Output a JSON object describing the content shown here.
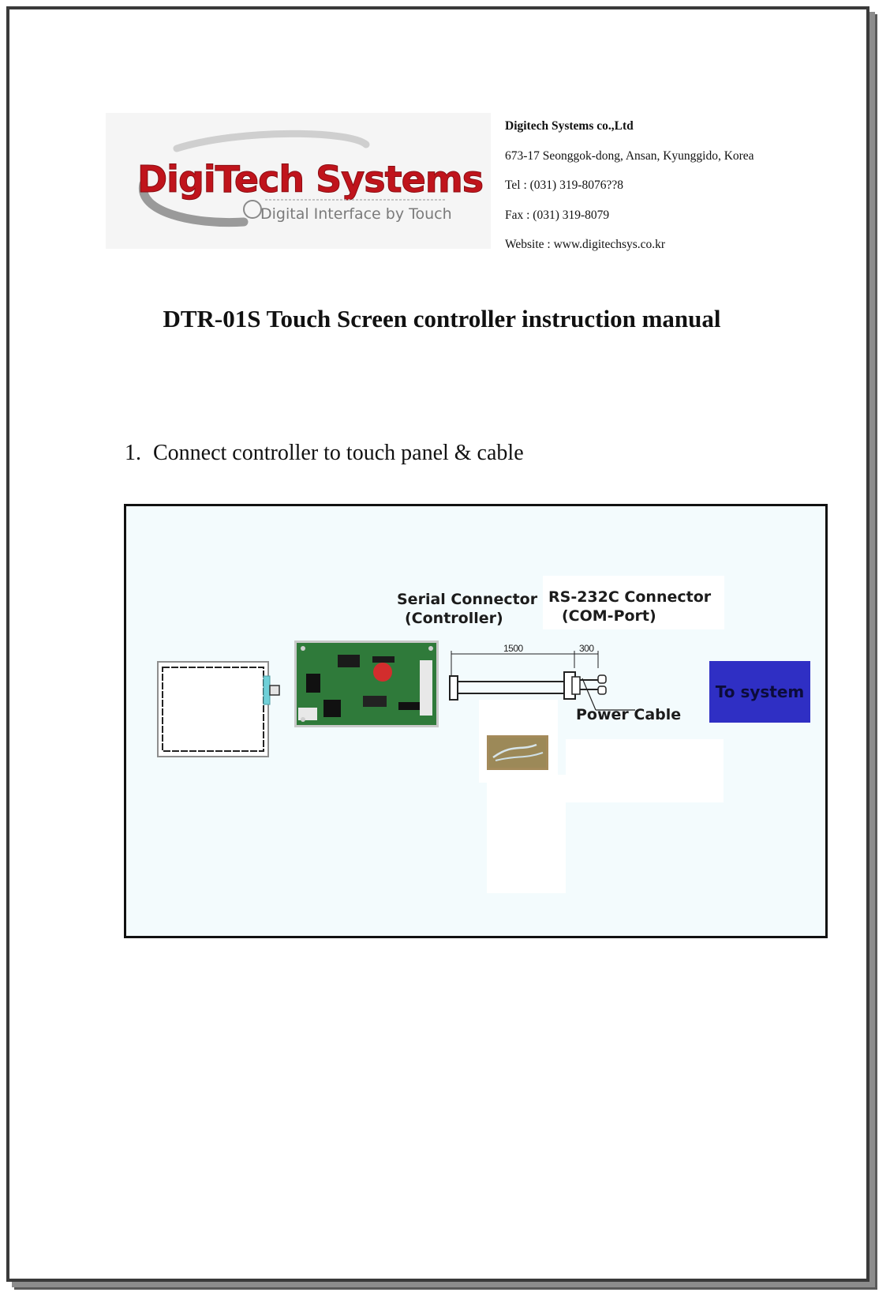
{
  "header": {
    "logo": {
      "brand": "DigiTech Systems",
      "tagline": "Digital Interface by Touch"
    },
    "company_info": {
      "name": "Digitech Systems co.,Ltd",
      "address": "673-17 Seonggok-dong, Ansan, Kyunggido, Korea",
      "tel": "Tel : (031) 319-8076??8",
      "fax": "Fax : (031) 319-8079",
      "website": "Website : www.digitechsys.co.kr"
    }
  },
  "document": {
    "title": "DTR-01S Touch Screen controller instruction manual"
  },
  "sections": [
    {
      "number": "1.",
      "heading": "Connect controller to touch panel & cable"
    }
  ],
  "diagram": {
    "serial_connector_label_line1": "Serial Connector",
    "serial_connector_label_line2": "(Controller)",
    "rs232_label_line1": "RS-232C Connector",
    "rs232_label_line2": "(COM-Port)",
    "cable_length_label": "1500",
    "connector_length_label": "300",
    "power_cable_label": "Power Cable",
    "target_label": "To system",
    "colors": {
      "target_box": "#2f2fc4",
      "pcb": "#2f7a3a",
      "logo_red": "#c0141c",
      "diagram_bg": "#f3fbfd"
    }
  }
}
